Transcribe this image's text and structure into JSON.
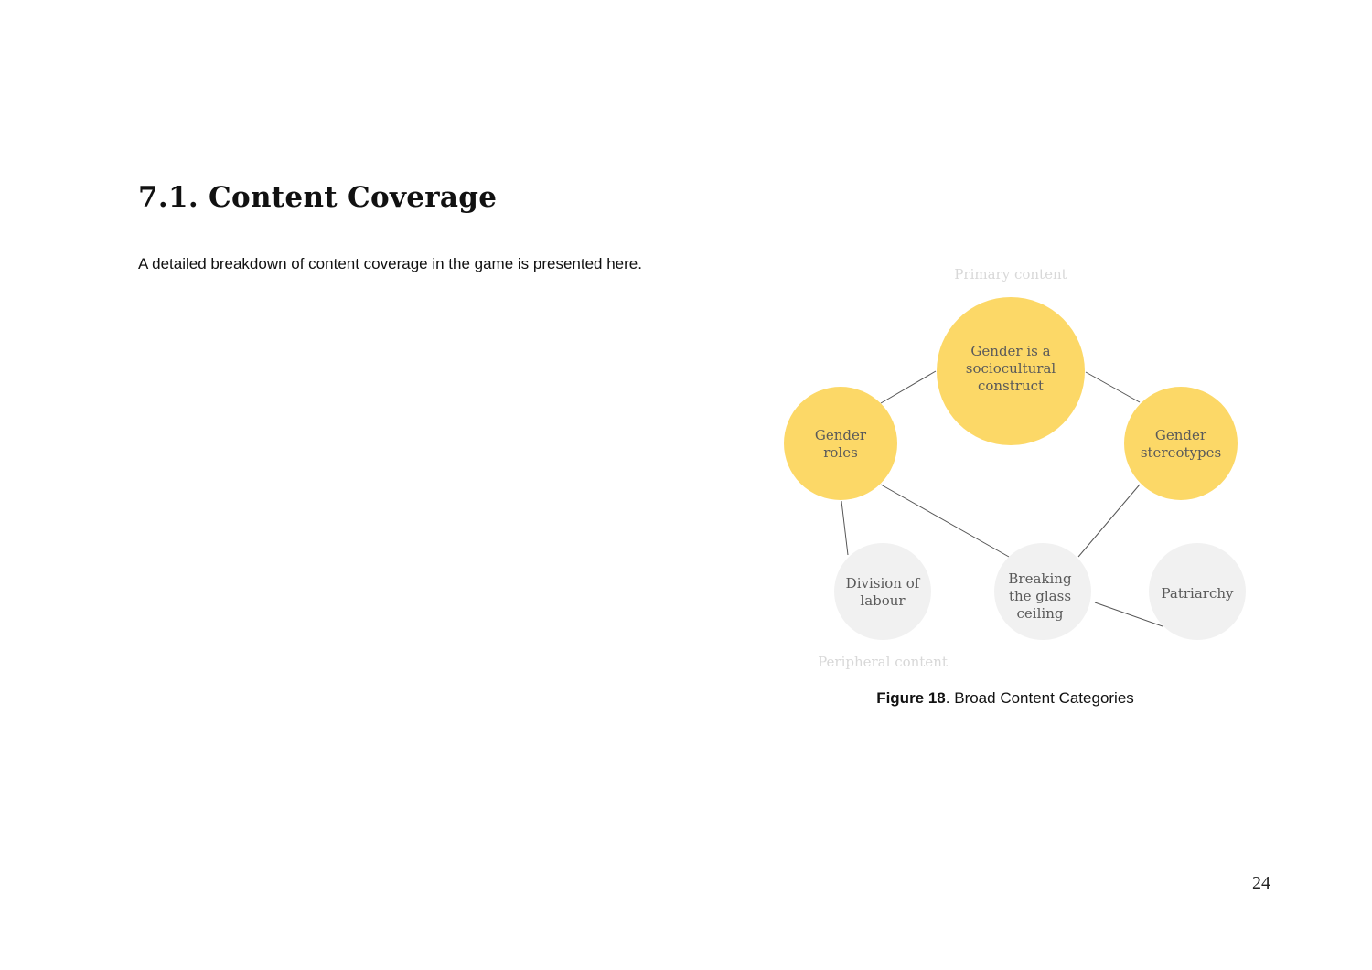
{
  "section": {
    "title": "7.1. Content Coverage",
    "intro": "A detailed breakdown of content coverage in the game is presented here."
  },
  "diagram": {
    "primary_label": "Primary content",
    "peripheral_label": "Peripheral content",
    "colors": {
      "primary": "#fcd867",
      "peripheral": "#f1f1f1",
      "edge": "#555555"
    },
    "nodes": [
      {
        "id": "construct",
        "lines": [
          "Gender is a",
          "sociocultural",
          "construct"
        ],
        "type": "primary"
      },
      {
        "id": "roles",
        "lines": [
          "Gender",
          "roles"
        ],
        "type": "primary"
      },
      {
        "id": "stereotypes",
        "lines": [
          "Gender",
          "stereotypes"
        ],
        "type": "primary"
      },
      {
        "id": "division",
        "lines": [
          "Division of",
          "labour"
        ],
        "type": "peripheral"
      },
      {
        "id": "glass",
        "lines": [
          "Breaking",
          "the glass",
          "ceiling"
        ],
        "type": "peripheral"
      },
      {
        "id": "patriarchy",
        "lines": [
          "Patriarchy"
        ],
        "type": "peripheral"
      }
    ],
    "edges": [
      [
        "roles",
        "construct"
      ],
      [
        "construct",
        "stereotypes"
      ],
      [
        "roles",
        "division"
      ],
      [
        "roles",
        "glass"
      ],
      [
        "stereotypes",
        "glass"
      ],
      [
        "glass",
        "patriarchy"
      ]
    ]
  },
  "caption": {
    "label": "Figure 18",
    "text": ". Broad Content Categories"
  },
  "page_number": "24"
}
